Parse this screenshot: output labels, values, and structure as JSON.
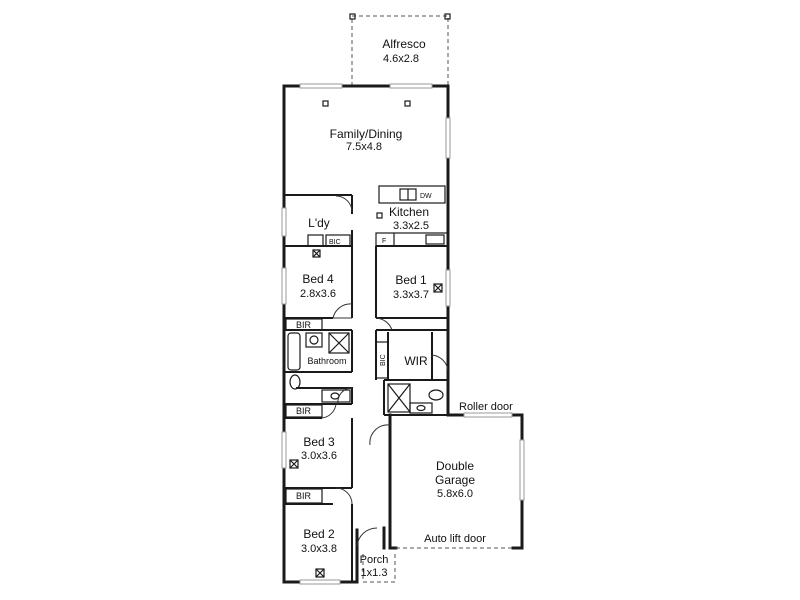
{
  "rooms": {
    "alfresco": {
      "name": "Alfresco",
      "size": "4.6x2.8"
    },
    "family": {
      "name": "Family/Dining",
      "size": "7.5x4.8"
    },
    "kitchen": {
      "name": "Kitchen",
      "size": "3.3x2.5"
    },
    "laundry": {
      "name": "L'dy"
    },
    "bed4": {
      "name": "Bed 4",
      "size": "2.8x3.6"
    },
    "bed1": {
      "name": "Bed 1",
      "size": "3.3x3.7"
    },
    "bathroom": {
      "name": "Bathroom"
    },
    "wir": {
      "name": "WIR"
    },
    "bed3": {
      "name": "Bed 3",
      "size": "3.0x3.6"
    },
    "garage": {
      "name": "Double",
      "name2": "Garage",
      "size": "5.8x6.0"
    },
    "bed2": {
      "name": "Bed 2",
      "size": "3.0x3.8"
    },
    "porch": {
      "name": "Porch",
      "size": "1x1.3"
    }
  },
  "fixtures": {
    "dw": "DW",
    "bic_laundry": "BIC",
    "bic_wir": "BIC",
    "fridge": "F",
    "bir_bed4": "BIR",
    "bir_bed3": "BIR",
    "bir_bed2": "BIR"
  },
  "notes": {
    "roller_door": "Roller door",
    "auto_lift_door": "Auto lift door"
  }
}
